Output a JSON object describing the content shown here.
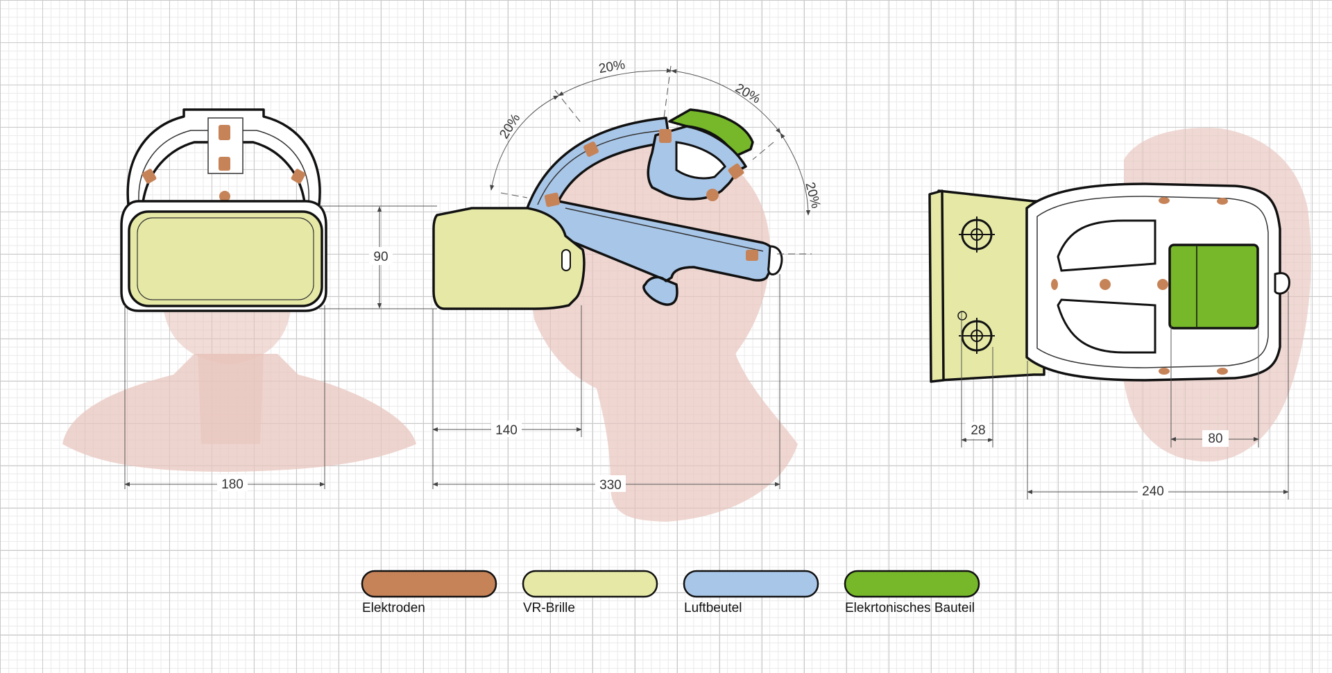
{
  "colors": {
    "electrodes": "#c68358",
    "vr_glasses": "#e6e9a6",
    "air_bag": "#a8c6e8",
    "electronic_component": "#76b82a",
    "anatomy": "#e8c5bd",
    "grid_major": "#c9c9c9",
    "grid_minor": "#e9e9e9"
  },
  "dimensions": {
    "front_width": "180",
    "front_height": "90",
    "side_depth": "140",
    "side_length": "330",
    "top_small": "28",
    "top_component": "80",
    "top_length": "240"
  },
  "angles": {
    "a1": "20%",
    "a2": "20%",
    "a3": "20%",
    "a4": "20%"
  },
  "legend": [
    {
      "label": "Elektroden",
      "color": "#c68358"
    },
    {
      "label": "VR-Brille",
      "color": "#e6e9a6"
    },
    {
      "label": "Luftbeutel",
      "color": "#a8c6e8"
    },
    {
      "label": "Elekrtonisches Bauteil",
      "color": "#76b82a"
    }
  ]
}
